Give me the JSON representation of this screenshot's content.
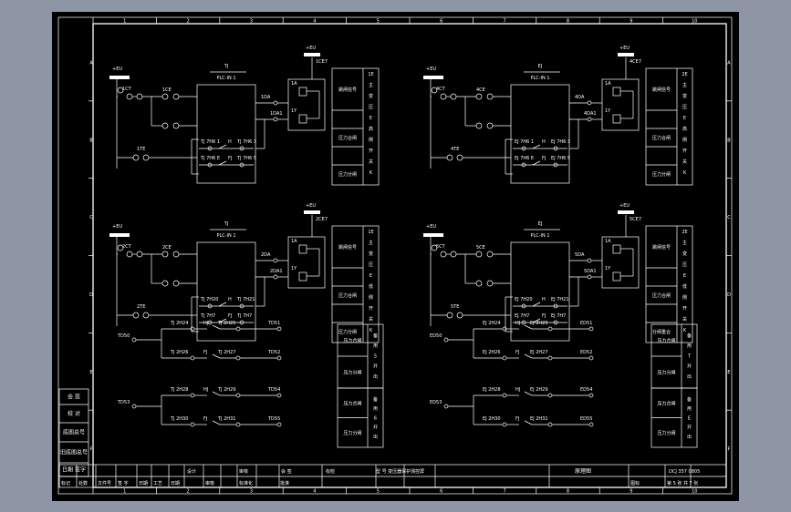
{
  "border": {
    "top_numbers": [
      "1",
      "2",
      "3",
      "4",
      "5",
      "6",
      "7",
      "8",
      "9",
      "10"
    ],
    "side_letters": [
      "A",
      "B",
      "C",
      "D",
      "E",
      "F"
    ]
  },
  "circuits": [
    {
      "id": "c1",
      "supply": "+EU",
      "supply_right": "+EU",
      "box_title": "TJ",
      "box_sub": "PLC-IN 1",
      "in1": "1CE",
      "in1b": "1CT",
      "mid_in": "1TE",
      "upper_out": "1DA",
      "lower_out": "1DA1",
      "top_right": "1CE7",
      "coil1": "1A",
      "coil2": "1Y",
      "c1": "TJ 7H6 1",
      "c2": "TJ 7H6 3",
      "c3": "TJ 7H6 E",
      "c4": "TJ 7H6 5",
      "k": "H",
      "k2": "FJ",
      "p1": "跳闸信号",
      "p2": "压力合闸",
      "p3": "压力分闸",
      "side": [
        "1E",
        "主",
        "变",
        "压",
        "E",
        "高",
        "侧",
        "开",
        "关",
        "K"
      ]
    },
    {
      "id": "c2",
      "supply": "+EU",
      "supply_right": "+EU",
      "box_title": "EJ",
      "box_sub": "PLC-IN 1",
      "in1": "4CE",
      "in1b": "4CT",
      "mid_in": "4TE",
      "upper_out": "4DA",
      "lower_out": "4DA1",
      "top_right": "4CE7",
      "coil1": "1A",
      "coil2": "1Y",
      "c1": "EJ 7H6 1",
      "c2": "EJ 7H6 3",
      "c3": "EJ 7H6 E",
      "c4": "EJ 7H6 5",
      "k": "H",
      "k2": "FJ",
      "p1": "跳闸信号",
      "p2": "压力合闸",
      "p3": "压力分闸",
      "side": [
        "2E",
        "主",
        "变",
        "压",
        "E",
        "高",
        "侧",
        "开",
        "关",
        "K"
      ]
    },
    {
      "id": "c3",
      "supply": "+EU",
      "supply_right": "+EU",
      "box_title": "TJ",
      "box_sub": "PLC-IN 1",
      "in1": "2CE",
      "in1b": "2CT",
      "mid_in": "2TE",
      "upper_out": "2DA",
      "lower_out": "2DA1",
      "top_right": "2CE7",
      "coil1": "1A",
      "coil2": "1Y",
      "c1": "TJ 7H20",
      "c2": "TJ 7H21",
      "c3": "TJ 7H7",
      "c4": "TJ 7H7",
      "k": "H",
      "k2": "FJ",
      "p1": "跳闸信号",
      "p2": "压力合闸",
      "p3": "压力分闸",
      "side": [
        "1E",
        "主",
        "变",
        "压",
        "E",
        "低",
        "侧",
        "开",
        "关",
        "K"
      ]
    },
    {
      "id": "c4",
      "supply": "+EU",
      "supply_right": "+EU",
      "box_title": "EJ",
      "box_sub": "PLC-IN 1",
      "in1": "5CE",
      "in1b": "5CT",
      "mid_in": "5TE",
      "upper_out": "5DA",
      "lower_out": "5DA1",
      "top_right": "5CE7",
      "coil1": "1A",
      "coil2": "1Y",
      "c1": "EJ 7H20",
      "c2": "EJ 7H21",
      "c3": "EJ 7H7",
      "c4": "EJ 7H7",
      "k": "H",
      "k2": "FJ",
      "p1": "跳闸信号",
      "p2": "压力合闸",
      "p3": "分闸重合",
      "side": [
        "2E",
        "主",
        "变",
        "压",
        "E",
        "低",
        "侧",
        "开",
        "关",
        "K"
      ]
    }
  ],
  "relays": [
    {
      "id": "r1",
      "src": "TD50",
      "a1": "TJ 2H24",
      "ak": "HJ",
      "a2": "TJ 2H25",
      "a3": "TD51",
      "b1": "TJ 2H26",
      "bk": "FJ",
      "b2": "TJ 2H27",
      "b3": "TD52"
    },
    {
      "id": "r2",
      "src": "TD53",
      "a1": "TJ 2H28",
      "ak": "HJ",
      "a2": "TJ 2H29",
      "a3": "TD54",
      "b1": "TJ 2H30",
      "bk": "FJ",
      "b2": "TJ 2H31",
      "b3": "TD55"
    },
    {
      "id": "r3",
      "src": "ED50",
      "a1": "EJ 2H24",
      "ak": "HJ",
      "a2": "EJ 2H25",
      "a3": "ED51",
      "b1": "EJ 2H26",
      "bk": "FJ",
      "b2": "EJ 2H27",
      "b3": "ED52"
    },
    {
      "id": "r4",
      "src": "ED53",
      "a1": "EJ 2H28",
      "ak": "HJ",
      "a2": "EJ 2H29",
      "a3": "ED54",
      "b1": "EJ 2H30",
      "bk": "FJ",
      "b2": "EJ 2H31",
      "b3": "ED55"
    }
  ],
  "spare_panels": {
    "left_a": {
      "l1": "压力合闸",
      "l2": "压力分闸",
      "side": [
        "备",
        "用",
        "5",
        "开",
        "出"
      ]
    },
    "left_b": {
      "l1": "压力合闸",
      "l2": "压力分闸",
      "side": [
        "备",
        "用",
        "6",
        "开",
        "出"
      ]
    },
    "right": {
      "l1": "压力合闸",
      "l2": "压力分闸",
      "side_a": [
        "备",
        "用",
        "T",
        "开",
        "出"
      ],
      "side_b": [
        "备",
        "用",
        "E",
        "开",
        "出"
      ]
    }
  },
  "left_stamp": [
    "会 签",
    "校 对",
    "底图总号",
    "旧底图总号",
    "日期  签字"
  ],
  "title_block": {
    "row1": [
      "设计",
      "审核",
      "会 签",
      "标检",
      "型 号 变压器保护测控屏"
    ],
    "row2": [
      "标记",
      "处数",
      "文件号",
      "签 字",
      "日期",
      "工艺",
      "日期",
      "审核",
      "标准化",
      "批准"
    ],
    "drawing_name": "原理图",
    "drawing_no": "DCJ  357 0805",
    "sheet": "第 5 张  共 7 张",
    "mark": "图标"
  }
}
